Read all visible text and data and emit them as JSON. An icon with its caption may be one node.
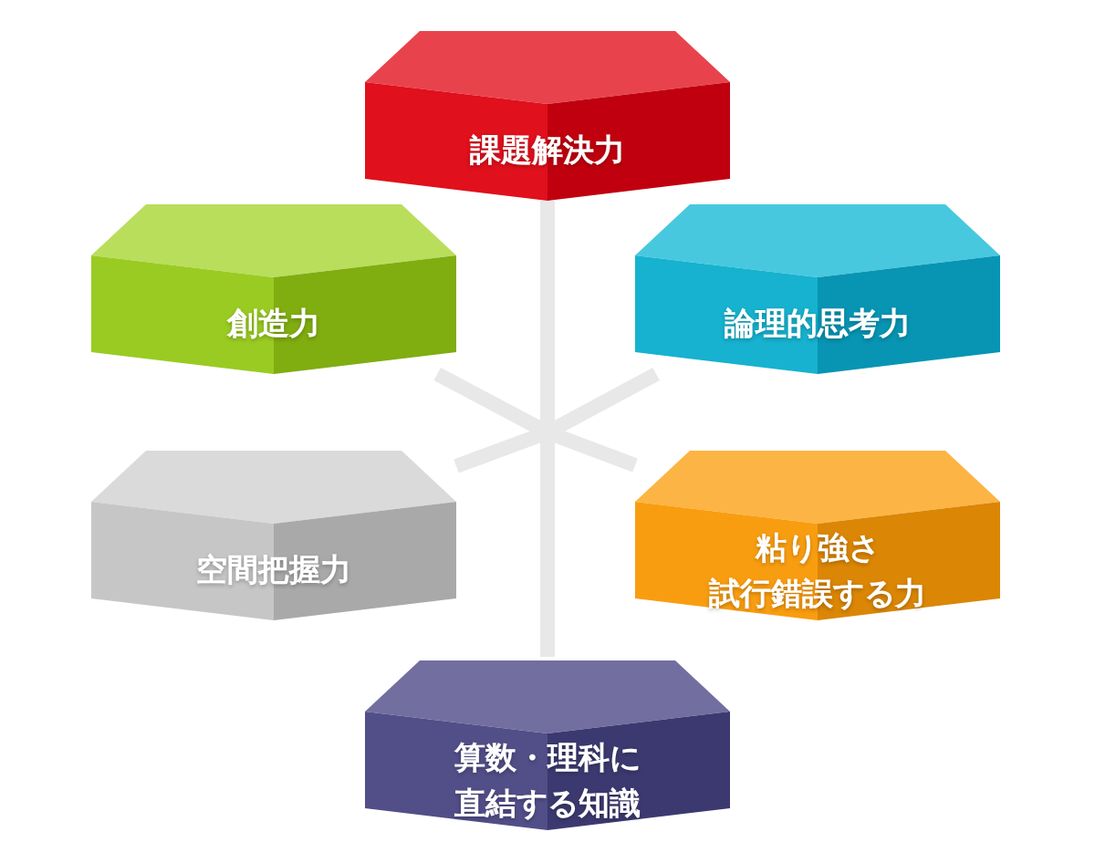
{
  "diagram": {
    "nodes": [
      {
        "text": [
          "課題解決力"
        ]
      },
      {
        "text": [
          "創造力"
        ]
      },
      {
        "text": [
          "論理的思考力"
        ]
      },
      {
        "text": [
          "空間把握力"
        ]
      },
      {
        "text": [
          "粘り強さ",
          "試行錯誤する力"
        ]
      },
      {
        "text": [
          "算数・理科に直結する知識"
        ]
      }
    ],
    "edges": [
      {
        "from": 0,
        "to": 5,
        "arrow": "none"
      },
      {
        "from": 1,
        "to": 4,
        "arrow": "none"
      },
      {
        "from": 2,
        "to": 3,
        "arrow": "none"
      }
    ]
  }
}
